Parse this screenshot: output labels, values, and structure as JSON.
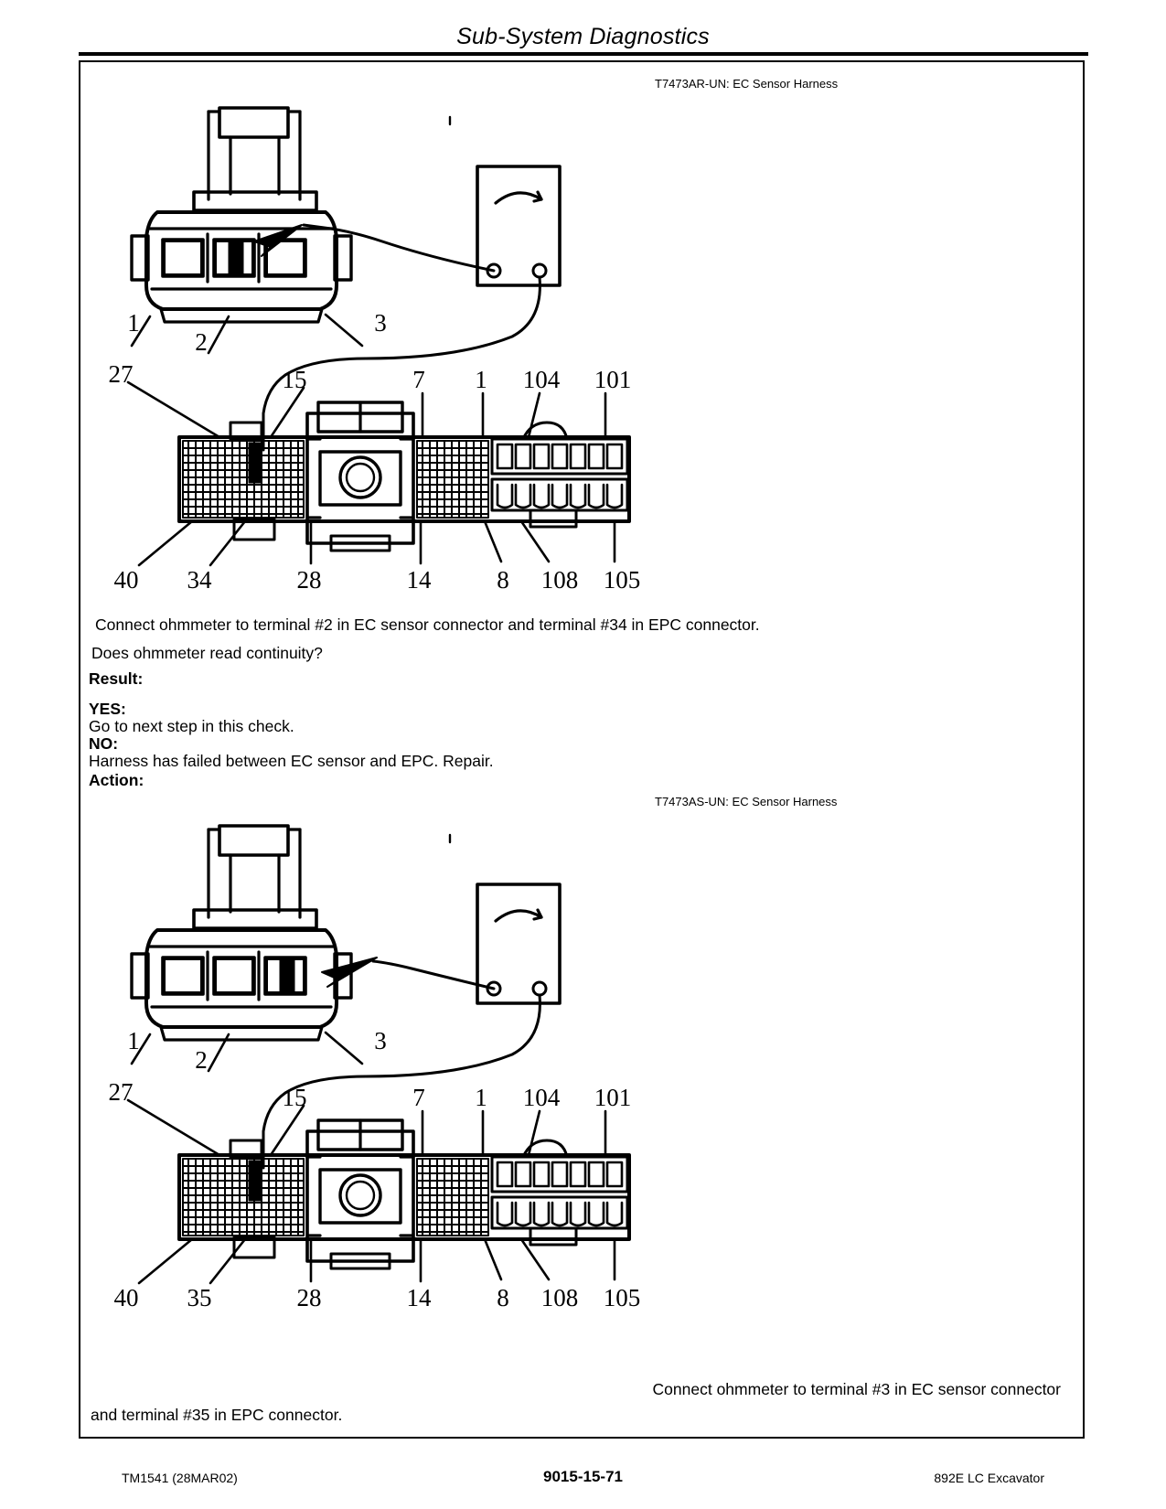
{
  "header": {
    "title": "Sub-System Diagnostics"
  },
  "figures": [
    {
      "caption": "T7473AR-UN: EC Sensor Harness",
      "sensor_connector_labels": [
        "1",
        "2",
        "3"
      ],
      "epc_top_labels": [
        "27",
        "15",
        "7",
        "1",
        "104",
        "101"
      ],
      "epc_bottom_labels": [
        "40",
        "34",
        "28",
        "14",
        "8",
        "108",
        "105"
      ],
      "probe_target_pin": "2"
    },
    {
      "caption": "T7473AS-UN: EC Sensor Harness",
      "sensor_connector_labels": [
        "1",
        "2",
        "3"
      ],
      "epc_top_labels": [
        "27",
        "15",
        "7",
        "1",
        "104",
        "101"
      ],
      "epc_bottom_labels": [
        "40",
        "35",
        "28",
        "14",
        "8",
        "108",
        "105"
      ],
      "probe_target_pin": "3"
    }
  ],
  "procedure": {
    "connect_instruction_1": "Connect ohmmeter to terminal #2 in EC sensor connector and terminal #34 in EPC connector.",
    "question_1": "Does ohmmeter read continuity?",
    "result_label": "Result:",
    "yes_label": "YES:",
    "yes_answer": "Go to next step in this check.",
    "no_label": "NO:",
    "no_answer": "Harness has failed between EC sensor and EPC. Repair.",
    "action_label": "Action:",
    "connect_instruction_2_line1": "Connect ohmmeter to terminal #3 in EC sensor connector",
    "connect_instruction_2_line2": "and terminal #35 in EPC connector."
  },
  "footer": {
    "left": "TM1541 (28MAR02)",
    "center": "9015-15-71",
    "right": "892E LC Excavator"
  }
}
